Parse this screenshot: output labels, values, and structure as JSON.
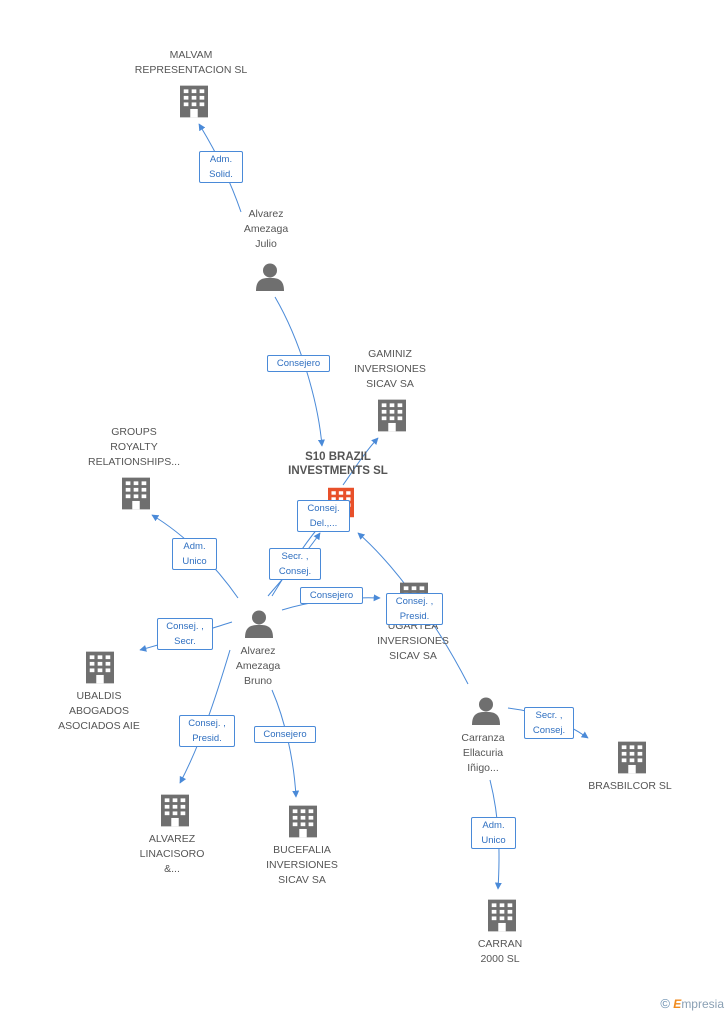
{
  "nodes": {
    "malvam": {
      "label": "MALVAM\nREPRESENTACION SL",
      "icon": "building-icon"
    },
    "julio": {
      "label": "Alvarez\nAmezaga\nJulio",
      "icon": "person-icon"
    },
    "gaminiz": {
      "label": "GAMINIZ\nINVERSIONES\nSICAV SA",
      "icon": "building-icon"
    },
    "s10": {
      "label": "S10 BRAZIL\nINVESTMENTS SL",
      "icon": "building-icon",
      "color": "#e8502a"
    },
    "groups": {
      "label": "GROUPS\nROYALTY\nRELATIONSHIPS...",
      "icon": "building-icon"
    },
    "ugartea": {
      "label": "UGARTEA\nINVERSIONES\nSICAV SA",
      "icon": "building-icon"
    },
    "bruno": {
      "label": "Alvarez\nAmezaga\nBruno",
      "icon": "person-icon"
    },
    "ubaldis": {
      "label": "UBALDIS\nABOGADOS\nASOCIADOS AIE",
      "icon": "building-icon"
    },
    "carranza": {
      "label": "Carranza\nEllacuria\nIñigo...",
      "icon": "person-icon"
    },
    "brasbilcor": {
      "label": "BRASBILCOR SL",
      "icon": "building-icon"
    },
    "linacisoro": {
      "label": "ALVAREZ\nLINACISORO\n&...",
      "icon": "building-icon"
    },
    "bucefalia": {
      "label": "BUCEFALIA\nINVERSIONES\nSICAV SA",
      "icon": "building-icon"
    },
    "carran": {
      "label": "CARRAN\n2000  SL",
      "icon": "building-icon"
    }
  },
  "edges": {
    "julio_malvam": "Adm.\nSolid.",
    "julio_s10": "Consejero",
    "s10_gaminiz_bruno": "Consej.\nDel.,...",
    "bruno_groups": "Adm.\nUnico",
    "bruno_s10": "Secr. ,\nConsej.",
    "bruno_ugartea": "Consejero",
    "carranza_s10": "Consej. ,\nPresid.",
    "bruno_ubaldis": "Consej. ,\nSecr.",
    "bruno_linacisoro": "Consej. ,\nPresid.",
    "bruno_bucefalia": "Consejero",
    "carranza_brasbilcor": "Secr. ,\nConsej.",
    "carranza_carran": "Adm.\nUnico"
  },
  "colors": {
    "edge": "#4a8ad8",
    "icon": "#6f6f6f",
    "focus": "#e8502a"
  },
  "brand": {
    "symbol": "©",
    "initial": "E",
    "name": "mpresia"
  }
}
